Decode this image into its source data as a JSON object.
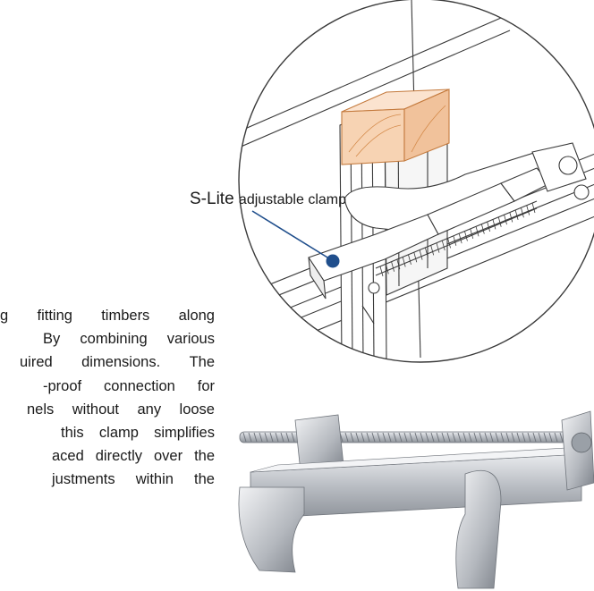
{
  "callout": {
    "brand": "S-Lite",
    "text": "adjustable clamp"
  },
  "body_lines": [
    [
      "g",
      "fitting",
      "timbers",
      "along"
    ],
    [
      "By",
      "combining",
      "various"
    ],
    [
      "uired",
      "dimensions.",
      "The"
    ],
    [
      "-proof",
      "connection",
      "for"
    ],
    [
      "nels",
      "without",
      "any",
      "loose"
    ],
    [
      "this",
      "clamp",
      "simplifies"
    ],
    [
      "aced",
      "directly",
      "over",
      "the"
    ],
    [
      "justments",
      "within",
      "the"
    ]
  ],
  "colors": {
    "marker": "#1f4e8c",
    "timber": "#f3c9a6",
    "steel": "#c9ccd1",
    "outline": "#333333"
  }
}
